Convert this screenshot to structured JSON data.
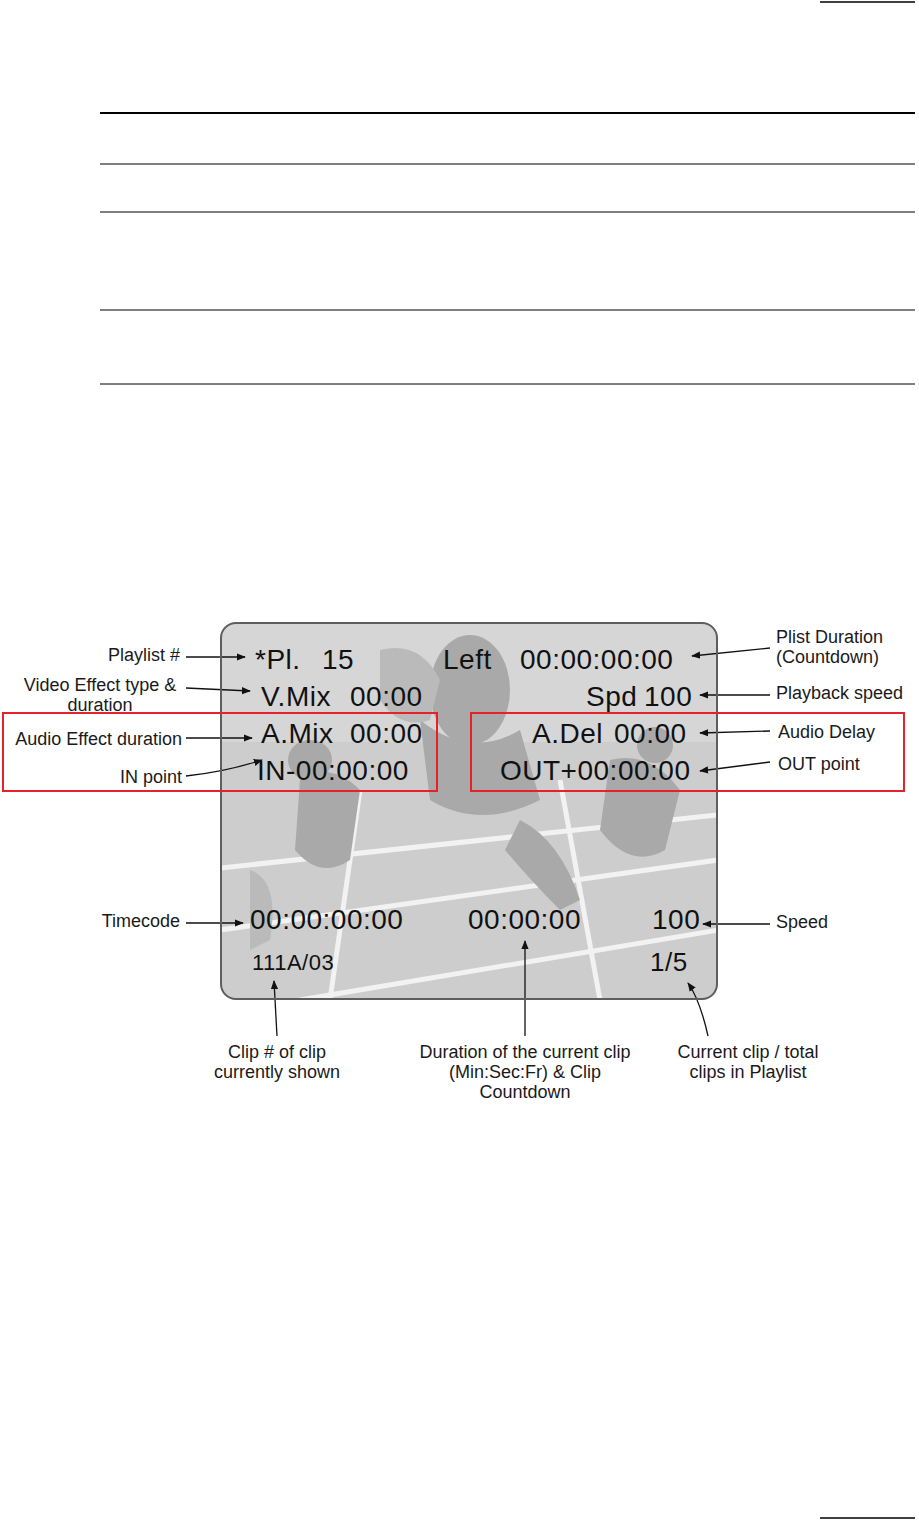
{
  "diagram": {
    "nodes": [
      {
        "text": [
          "*Pl.",
          "15",
          "Left",
          "00:00:00:00",
          "V.Mix",
          "00:00",
          "Spd",
          "100",
          "00:00:00:00",
          "00:00:00",
          "100",
          "111A/03",
          "1/5"
        ]
      },
      {
        "text": [
          "Audio Effect duration",
          "A.Mix",
          "00:00",
          "IN point",
          "IN-00:00:00"
        ]
      },
      {
        "text": [
          "A.Del",
          "00:00",
          "Audio Delay",
          "OUT+00:00:00",
          "OUT point"
        ]
      }
    ],
    "labels": [
      "Playlist #",
      "Plist Duration (Countdown)",
      "Video Effect type & duration",
      "Playback speed",
      "Timecode",
      "Speed",
      "Clip # of clip currently shown",
      "Duration of the current clip (Min:Sec:Fr) & Clip Countdown",
      "Current clip / total clips in Playlist"
    ]
  }
}
